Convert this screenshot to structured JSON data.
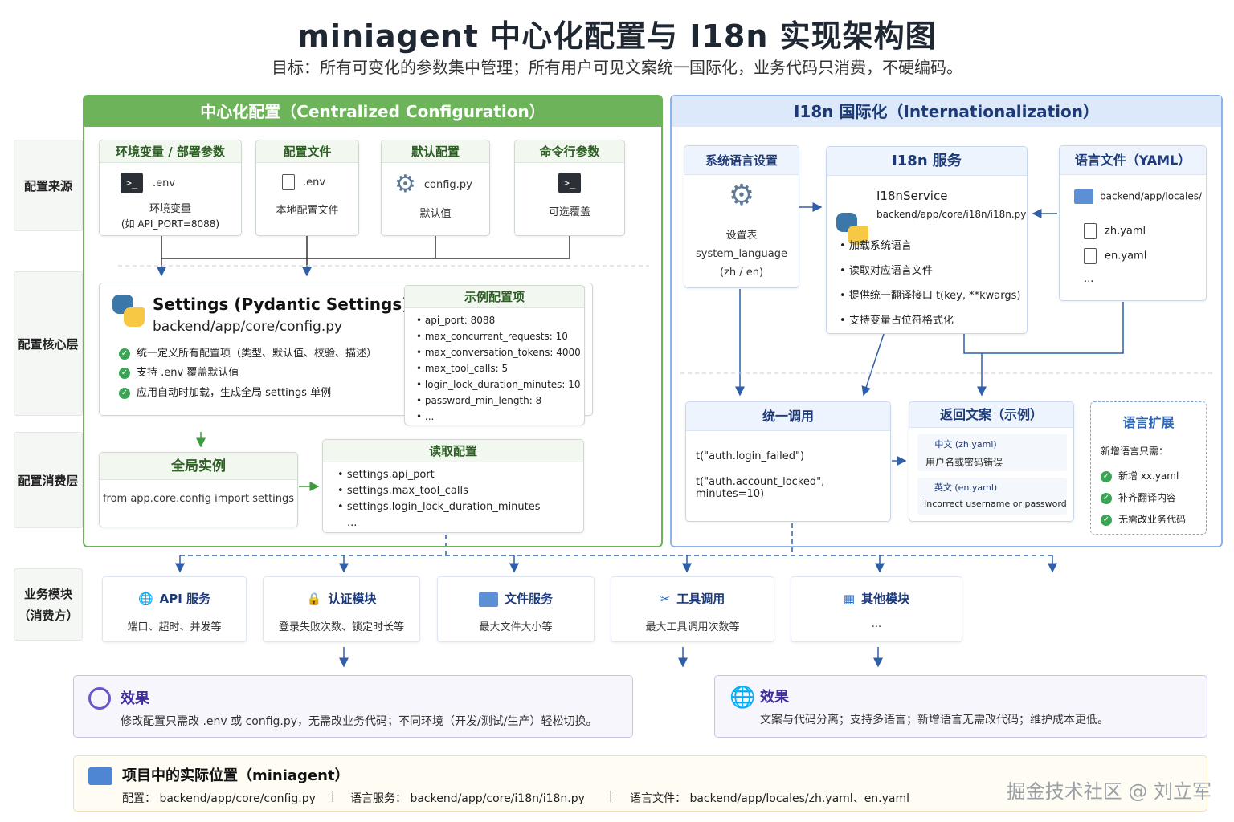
{
  "header": {
    "title": "miniagent  中心化配置与 I18n 实现架构图",
    "subtitle": "目标：所有可变化的参数集中管理；所有用户可见文案统一国际化，业务代码只消费，不硬编码。"
  },
  "config_panel": {
    "title": "中心化配置（Centralized Configuration）",
    "row_labels": [
      "配置来源",
      "配置核心层",
      "配置消费层"
    ],
    "sources": [
      {
        "title": "环境变量 / 部署参数",
        "file": ".env",
        "desc": "环境变量",
        "desc2": "(如 API_PORT=8088)"
      },
      {
        "title": "配置文件",
        "file": ".env",
        "desc": "本地配置文件"
      },
      {
        "title": "默认配置",
        "file": "config.py",
        "desc": "默认值"
      },
      {
        "title": "命令行参数",
        "file": "",
        "desc": "可选覆盖"
      }
    ],
    "settings": {
      "title": "Settings (Pydantic Settings)",
      "path": "backend/app/core/config.py",
      "points": [
        "统一定义所有配置项（类型、默认值、校验、描述）",
        "支持 .env 覆盖默认值",
        "应用自动时加载，生成全局 settings 单例"
      ]
    },
    "examples": {
      "title": "示例配置项",
      "items": [
        "api_port: 8088",
        "max_concurrent_requests: 10",
        "max_conversation_tokens: 4000",
        "max_tool_calls: 5",
        "login_lock_duration_minutes: 10",
        "password_min_length: 8",
        "..."
      ]
    },
    "global": {
      "title": "全局实例",
      "code": "from app.core.config import settings"
    },
    "read": {
      "title": "读取配置",
      "items": [
        "settings.api_port",
        "settings.max_tool_calls",
        "settings.login_lock_duration_minutes",
        "..."
      ]
    }
  },
  "i18n_panel": {
    "title": "I18n 国际化（Internationalization）",
    "lang_setting": {
      "title": "系统语言设置",
      "desc": "设置表",
      "field": "system_language",
      "opts": "(zh / en)"
    },
    "service": {
      "title": "I18n 服务",
      "name": "I18nService",
      "path": "backend/app/core/i18n/i18n.py",
      "points": [
        "加载系统语言",
        "读取对应语言文件",
        "提供统一翻译接口 t(key, **kwargs)",
        "支持变量占位符格式化"
      ]
    },
    "lang_files": {
      "title": "语言文件（YAML）",
      "dir": "backend/app/locales/",
      "files": [
        "zh.yaml",
        "en.yaml"
      ],
      "more": "..."
    },
    "call": {
      "title": "统一调用",
      "lines": [
        "t(\"auth.login_failed\")",
        "t(\"auth.account_locked\", minutes=10)"
      ]
    },
    "ret": {
      "title": "返回文案（示例）",
      "zh_tag": "中文 (zh.yaml)",
      "zh_text": "用户名或密码错误",
      "en_tag": "英文 (en.yaml)",
      "en_text": "Incorrect username or password"
    },
    "ext": {
      "title": "语言扩展",
      "lead": "新增语言只需：",
      "items": [
        "新增 xx.yaml",
        "补齐翻译内容",
        "无需改业务代码"
      ]
    }
  },
  "modules": {
    "label": "业务模块\n（消费方）",
    "label1": "业务模块",
    "label2": "（消费方）",
    "items": [
      {
        "title": "API 服务",
        "desc": "端口、超时、并发等",
        "icon": "globe-icon"
      },
      {
        "title": "认证模块",
        "desc": "登录失败次数、锁定时长等",
        "icon": "lock-icon"
      },
      {
        "title": "文件服务",
        "desc": "最大文件大小等",
        "icon": "folder-icon"
      },
      {
        "title": "工具调用",
        "desc": "最大工具调用次数等",
        "icon": "tools-icon"
      },
      {
        "title": "其他模块",
        "desc": "...",
        "icon": "grid-icon"
      }
    ]
  },
  "effects": [
    {
      "title": "效果",
      "desc": "修改配置只需改 .env 或 config.py，无需改业务代码；不同环境（开发/测试/生产）轻松切换。"
    },
    {
      "title": "效果",
      "desc": "文案与代码分离；支持多语言；新增语言无需改代码；维护成本更低。"
    }
  ],
  "location": {
    "title": "项目中的实际位置（miniagent）",
    "config": "配置：  backend/app/core/config.py",
    "lang_service": "语言服务：  backend/app/core/i18n/i18n.py",
    "lang_files": "语言文件：  backend/app/locales/zh.yaml、en.yaml",
    "sep": "|"
  },
  "watermark": "掘金技术社区 @ 刘立军",
  "colors": {
    "green": "#6cb35a",
    "blue": "#8db4e8",
    "navy": "#1d3a78",
    "purple": "#3f2f9a"
  }
}
